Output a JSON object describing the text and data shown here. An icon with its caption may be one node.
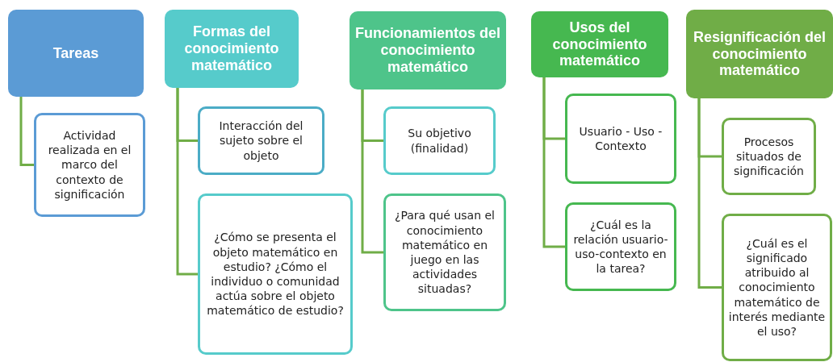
{
  "diagram": {
    "nodes": [
      {
        "text": [
          "Tareas"
        ]
      },
      {
        "text": [
          "Actividad realizada en el marco del contexto de significación"
        ]
      },
      {
        "text": [
          "Formas del conocimiento matemático"
        ]
      },
      {
        "text": [
          "Interacción del sujeto sobre el objeto"
        ]
      },
      {
        "text": [
          "¿Cómo se presenta el objeto matemático en estudio? ¿Cómo el individuo o comunidad actúa sobre el objeto matemático de estudio?"
        ]
      },
      {
        "text": [
          "Funcionamientos del conocimiento matemático"
        ]
      },
      {
        "text": [
          "Su objetivo (finalidad)"
        ]
      },
      {
        "text": [
          "¿Para qué usan el conocimiento matemático en juego en las actividades situadas?"
        ]
      },
      {
        "text": [
          "Usos del conocimiento matemático"
        ]
      },
      {
        "text": [
          "Usuario - Uso - Contexto"
        ]
      },
      {
        "text": [
          "¿Cuál es la relación usuario-uso-contexto en la tarea?"
        ]
      },
      {
        "text": [
          "Resignificación del conocimiento matemático"
        ]
      },
      {
        "text": [
          "Procesos situados de significación"
        ]
      },
      {
        "text": [
          "¿Cuál es el significado atribuido al conocimiento matemático de interés mediante el uso?"
        ]
      }
    ],
    "edges": [
      {
        "from": 0,
        "to": 1,
        "arrow": "none"
      },
      {
        "from": 2,
        "to": 3,
        "arrow": "none"
      },
      {
        "from": 2,
        "to": 4,
        "arrow": "none"
      },
      {
        "from": 5,
        "to": 6,
        "arrow": "none"
      },
      {
        "from": 5,
        "to": 7,
        "arrow": "none"
      },
      {
        "from": 8,
        "to": 9,
        "arrow": "none"
      },
      {
        "from": 8,
        "to": 10,
        "arrow": "none"
      },
      {
        "from": 11,
        "to": 12,
        "arrow": "none"
      },
      {
        "from": 11,
        "to": 13,
        "arrow": "none"
      }
    ]
  }
}
